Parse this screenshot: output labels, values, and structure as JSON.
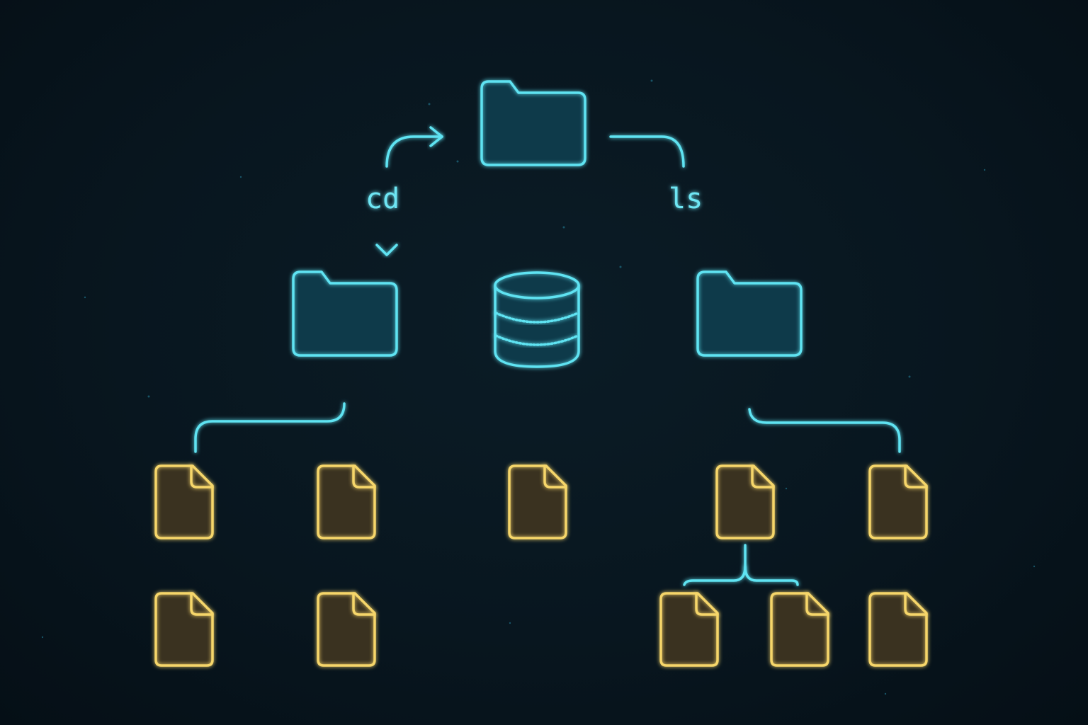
{
  "diagram": {
    "type": "file-system-tree",
    "colors": {
      "background": "#07141d",
      "folder": "#5ee3f2",
      "file": "#f6d66a"
    },
    "labels": {
      "cd": "cd",
      "ls": "ls"
    },
    "nodes": [
      {
        "id": "root-folder",
        "kind": "folder"
      },
      {
        "id": "database",
        "kind": "database"
      },
      {
        "id": "left-folder",
        "kind": "folder"
      },
      {
        "id": "right-folder",
        "kind": "folder"
      },
      {
        "id": "file-l1",
        "kind": "text-file"
      },
      {
        "id": "file-l2",
        "kind": "text-file"
      },
      {
        "id": "file-c",
        "kind": "file"
      },
      {
        "id": "file-r1",
        "kind": "text-file"
      },
      {
        "id": "file-r2",
        "kind": "text-file"
      },
      {
        "id": "file-l1-child",
        "kind": "file"
      },
      {
        "id": "file-l2-child",
        "kind": "file"
      },
      {
        "id": "file-r1-child-a",
        "kind": "file"
      },
      {
        "id": "file-r1-child-b",
        "kind": "file"
      },
      {
        "id": "file-r2-child",
        "kind": "file"
      }
    ]
  }
}
